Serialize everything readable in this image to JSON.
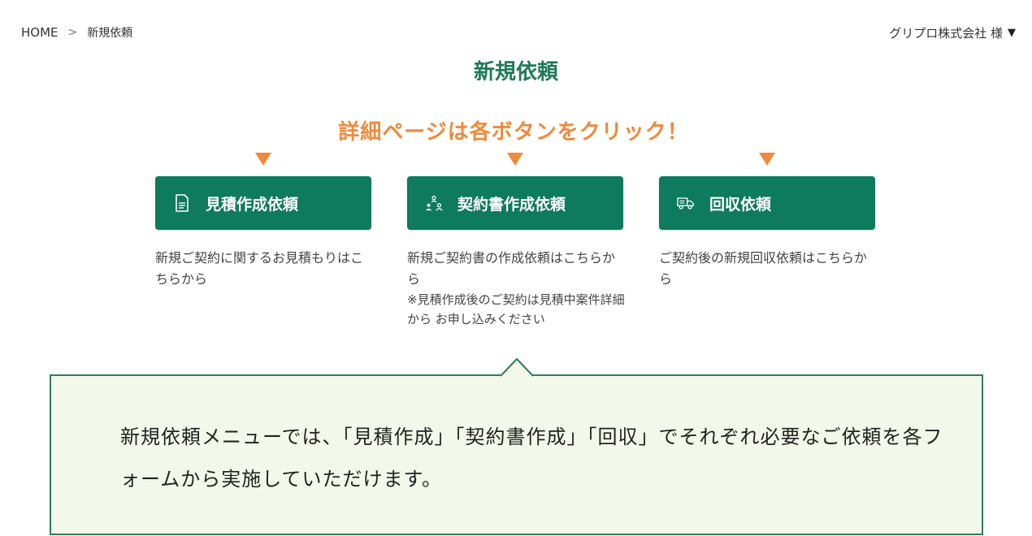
{
  "breadcrumb": {
    "home": "HOME",
    "separator": ">",
    "current": "新規依頼"
  },
  "user_menu": {
    "label": "グリプロ株式会社 様"
  },
  "page": {
    "title": "新規依頼",
    "hint": "詳細ページは各ボタンをクリック！"
  },
  "cards": [
    {
      "icon": "document-icon",
      "label": "見積作成依頼",
      "desc": "新規ご契約に関するお見積もりはこちらから",
      "note": ""
    },
    {
      "icon": "people-icon",
      "label": "契約書作成依頼",
      "desc": "新規ご契約書の作成依頼はこちらから",
      "note": "※見積作成後のご契約は見積中案件詳細から お申し込みください"
    },
    {
      "icon": "truck-icon",
      "label": "回収依頼",
      "desc": "ご契約後の新規回収依頼はこちらから",
      "note": ""
    }
  ],
  "info_box": {
    "text": "新規依頼メニューでは、「見積作成」「契約書作成」「回収」でそれぞれ必要なご依頼を各フォームから実施していただけます。"
  },
  "colors": {
    "brand_green": "#0e7a5e",
    "title_green": "#1f7a55",
    "accent_orange": "#ef8a3c",
    "info_bg": "#f3f9ea",
    "info_border": "#2e7d5b"
  }
}
